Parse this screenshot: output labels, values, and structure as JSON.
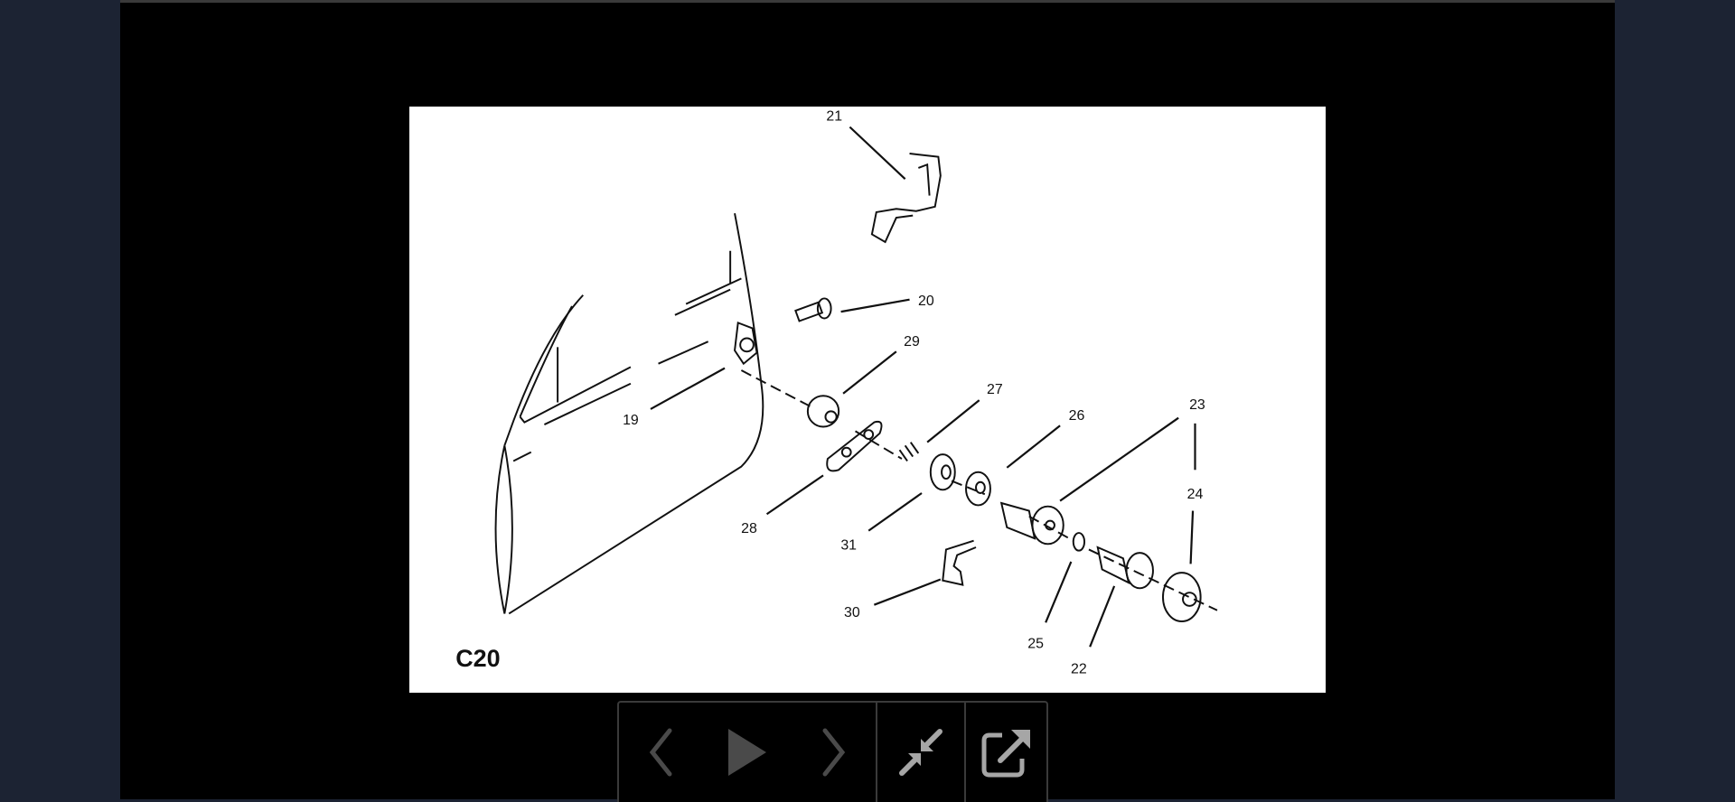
{
  "diagram": {
    "caption": "C20",
    "callouts": [
      "21",
      "20",
      "29",
      "27",
      "26",
      "23",
      "24",
      "19",
      "28",
      "31",
      "30",
      "25",
      "22"
    ]
  },
  "controls": {
    "previous": "previous-icon",
    "play": "play-icon",
    "next": "next-icon",
    "exit_fullscreen": "collapse-icon",
    "open_external": "external-link-icon"
  },
  "colors": {
    "background": "#1c2333",
    "viewer": "#000000",
    "icon_dim": "#4a4a4a",
    "icon": "#a6a6a6"
  }
}
